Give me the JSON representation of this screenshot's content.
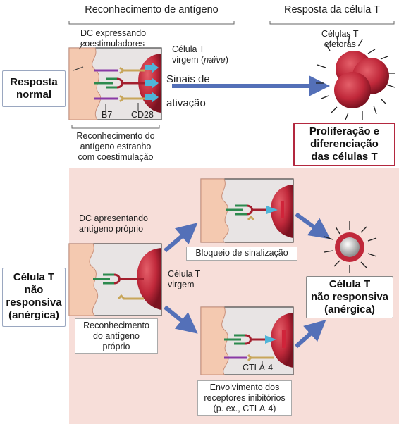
{
  "headers": {
    "antigen_recognition": "Reconhecimento de antígeno",
    "tcell_response": "Resposta da célula T"
  },
  "normal": {
    "side_label": [
      "Resposta",
      "normal"
    ],
    "dc_label": [
      "DC expressando",
      "coestimuladores"
    ],
    "tcell_label_prefix": [
      "Célula T",
      "virgem ("
    ],
    "tcell_label_italic": "naïve",
    "tcell_label_suffix": ")",
    "b7": "B7",
    "cd28": "CD28",
    "signals": [
      "Sinais de",
      "ativação"
    ],
    "effector_label": [
      "Células T",
      "efetoras"
    ],
    "caption": [
      "Reconhecimento do",
      "antígeno estranho",
      "com coestimulação"
    ],
    "result": [
      "Proliferação e",
      "diferenciação",
      "das células T"
    ]
  },
  "anergic": {
    "side_label": [
      "Célula T",
      "não",
      "responsiva",
      "(anérgica)"
    ],
    "dc_label": [
      "DC apresentando",
      "antígeno próprio"
    ],
    "tcell_label": [
      "Célula T",
      "virgem"
    ],
    "caption_self": [
      "Reconhecimento",
      "do antígeno",
      "próprio"
    ],
    "caption_block": "Bloqueio de sinalização",
    "ctla4": "CTLA-4",
    "caption_inhib": [
      "Envolvimento dos",
      "receptores inibitórios",
      "(p. ex., CTLA-4)"
    ],
    "result": [
      "Célula T",
      "não responsiva",
      "(anérgica)"
    ]
  },
  "colors": {
    "arrow_blue": "#5470b8",
    "tcell_red": "#c0283a",
    "dc_skin": "#f4c9b0",
    "panel_pink": "#f7ded9",
    "result_border": "#b3283f"
  }
}
